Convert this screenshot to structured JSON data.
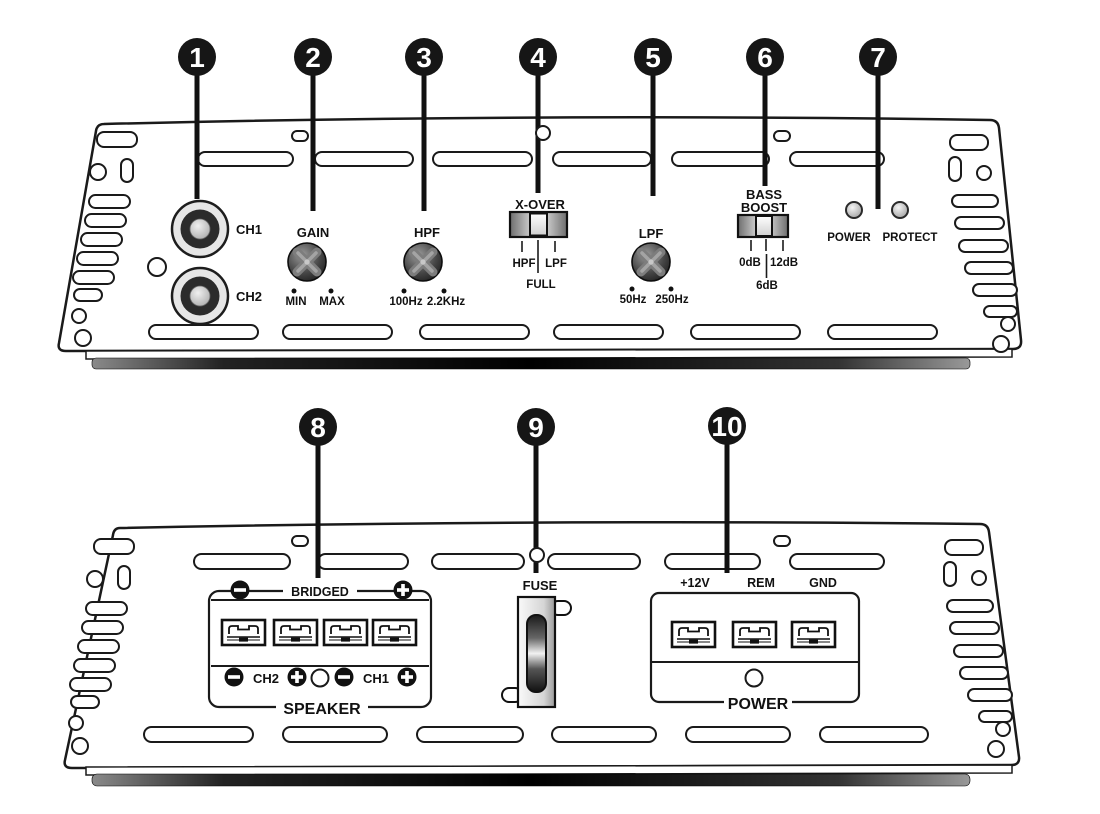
{
  "diagram": {
    "background": "#ffffff",
    "ink_color": "#1a1a1a",
    "callouts": [
      "1",
      "2",
      "3",
      "4",
      "5",
      "6",
      "7",
      "8",
      "9",
      "10"
    ],
    "front_panel": {
      "rca": {
        "ch1": "CH1",
        "ch2": "CH2"
      },
      "gain": {
        "label": "GAIN",
        "min": "MIN",
        "max": "MAX"
      },
      "hpf": {
        "label": "HPF",
        "low": "100Hz",
        "high": "2.2KHz"
      },
      "xover": {
        "label": "X-OVER",
        "left": "HPF",
        "right": "LPF",
        "bottom": "FULL"
      },
      "lpf": {
        "label": "LPF",
        "low": "50Hz",
        "high": "250Hz"
      },
      "bass_boost": {
        "line1": "BASS",
        "line2": "BOOST",
        "left": "0dB",
        "right": "12dB",
        "bottom": "6dB"
      },
      "indicators": {
        "power": "POWER",
        "protect": "PROTECT"
      }
    },
    "rear_panel": {
      "speaker": {
        "bridged": "BRIDGED",
        "ch2": "CH2",
        "ch1": "CH1",
        "label": "SPEAKER"
      },
      "fuse": {
        "label": "FUSE"
      },
      "power": {
        "plus12v": "+12V",
        "rem": "REM",
        "gnd": "GND",
        "label": "POWER"
      }
    }
  }
}
